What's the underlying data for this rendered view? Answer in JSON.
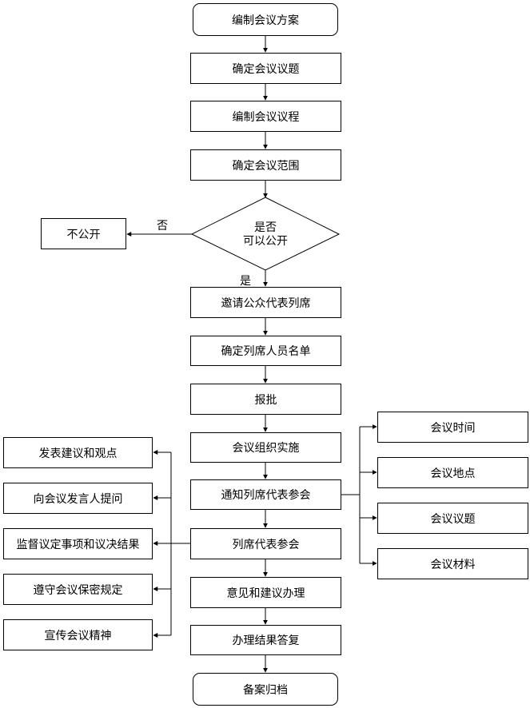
{
  "flow": {
    "start": "编制会议方案",
    "step_topic": "确定会议议题",
    "step_agenda": "编制会议议程",
    "step_scope": "确定会议范围",
    "decision": [
      "是否",
      "可以公开"
    ],
    "no_label": "否",
    "yes_label": "是",
    "not_public": "不公开",
    "invite": "邀请公众代表列席",
    "list": "确定列席人员名单",
    "report": "报批",
    "implement": "会议组织实施",
    "notify": "通知列席代表参会",
    "attend": "列席代表参会",
    "opinions": "意见和建议办理",
    "reply": "办理结果答复",
    "archive": "备案归档"
  },
  "notify_items": [
    "会议时间",
    "会议地点",
    "会议议题",
    "会议材料"
  ],
  "attend_items": [
    "发表建议和观点",
    "向会议发言人提问",
    "监督议定事项和议决结果",
    "遵守会议保密规定",
    "宣传会议精神"
  ]
}
